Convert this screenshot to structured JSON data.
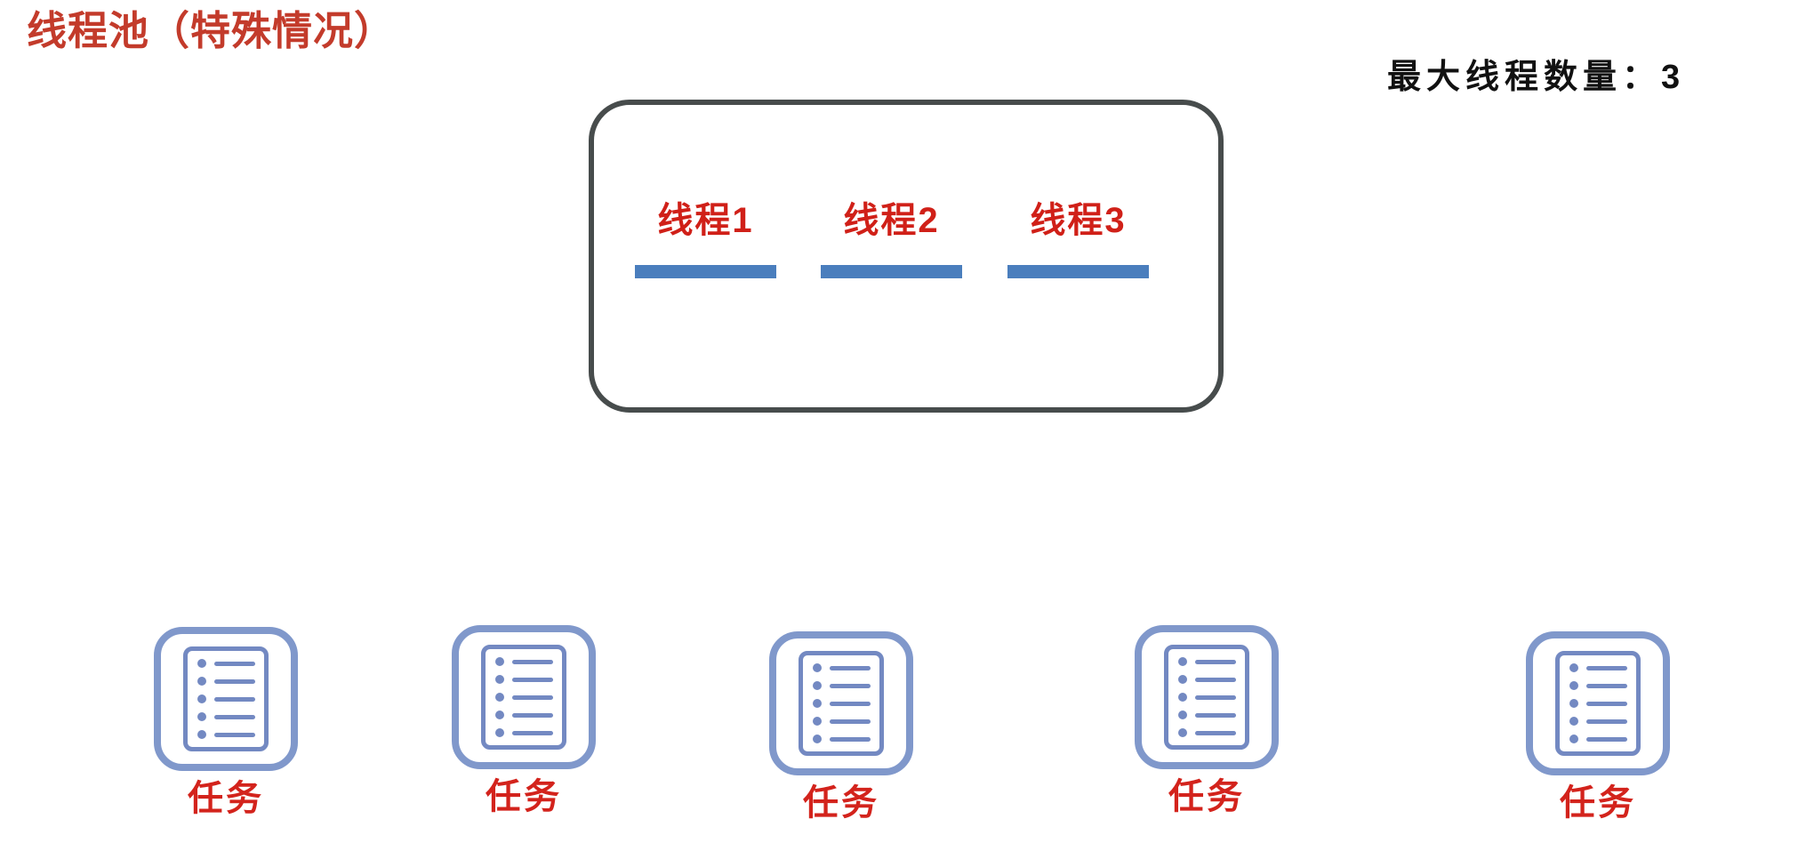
{
  "page": {
    "title": "线程池（特殊情况）",
    "max_threads_note": "最大线程数量：3",
    "max_threads_value": "3"
  },
  "colors": {
    "title_red": "#c33b2b",
    "label_red": "#d02018",
    "bar_blue": "#4a7ebd",
    "icon_blue": "#8098cb",
    "icon_detail_blue": "#7389c2",
    "box_border_gray": "#474c4c",
    "background": "#ffffff"
  },
  "pool": {
    "threads": [
      {
        "label": "线程1"
      },
      {
        "label": "线程2"
      },
      {
        "label": "线程3"
      }
    ]
  },
  "tasks": [
    {
      "label": "任务"
    },
    {
      "label": "任务"
    },
    {
      "label": "任务"
    },
    {
      "label": "任务"
    },
    {
      "label": "任务"
    }
  ]
}
